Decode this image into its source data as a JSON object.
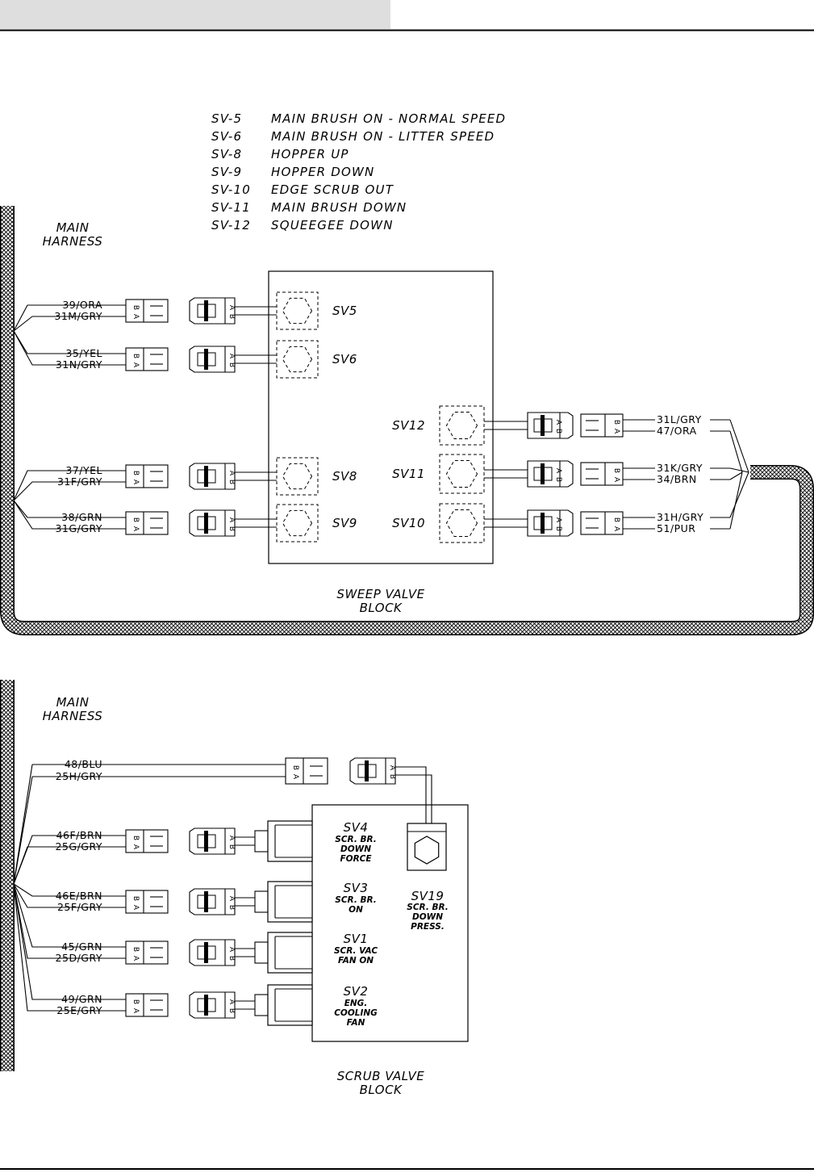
{
  "legend": [
    {
      "code": "SV-5",
      "desc": "MAIN  BRUSH  ON  -  NORMAL  SPEED"
    },
    {
      "code": "SV-6",
      "desc": "MAIN  BRUSH  ON  -  LITTER  SPEED"
    },
    {
      "code": "SV-8",
      "desc": "HOPPER  UP"
    },
    {
      "code": "SV-9",
      "desc": "HOPPER  DOWN"
    },
    {
      "code": "SV-10",
      "desc": "EDGE  SCRUB  OUT"
    },
    {
      "code": "SV-11",
      "desc": "MAIN  BRUSH  DOWN"
    },
    {
      "code": "SV-12",
      "desc": "SQUEEGEE  DOWN"
    }
  ],
  "sweep": {
    "harness_label_1": "MAIN",
    "harness_label_2": "HARNESS",
    "block_label_1": "SWEEP  VALVE",
    "block_label_2": "BLOCK",
    "left_valves": [
      {
        "name": "SV5",
        "wires": [
          "39/ORA",
          "31M/GRY"
        ]
      },
      {
        "name": "SV6",
        "wires": [
          "35/YEL",
          "31N/GRY"
        ]
      },
      {
        "name": "SV8",
        "wires": [
          "37/YEL",
          "31F/GRY"
        ]
      },
      {
        "name": "SV9",
        "wires": [
          "38/GRN",
          "31G/GRY"
        ]
      }
    ],
    "right_valves": [
      {
        "name": "SV12",
        "wires": [
          "31L/GRY",
          "47/ORA"
        ]
      },
      {
        "name": "SV11",
        "wires": [
          "31K/GRY",
          "34/BRN"
        ]
      },
      {
        "name": "SV10",
        "wires": [
          "31H/GRY",
          "51/PUR"
        ]
      }
    ]
  },
  "scrub": {
    "harness_label_1": "MAIN",
    "harness_label_2": "HARNESS",
    "block_label_1": "SCRUB  VALVE",
    "block_label_2": "BLOCK",
    "top_wires": [
      "48/BLU",
      "25H/GRY"
    ],
    "valves": [
      {
        "name": "SV4",
        "desc": [
          "SCR.  BR.",
          "DOWN",
          "FORCE"
        ],
        "wires": [
          "46F/BRN",
          "25G/GRY"
        ]
      },
      {
        "name": "SV3",
        "desc": [
          "SCR.  BR.",
          "ON"
        ],
        "wires": [
          "46E/BRN",
          "25F/GRY"
        ]
      },
      {
        "name": "SV1",
        "desc": [
          "SCR.  VAC",
          "FAN  ON"
        ],
        "wires": [
          "45/GRN",
          "25D/GRY"
        ]
      },
      {
        "name": "SV2",
        "desc": [
          "ENG.",
          "COOLING",
          "FAN"
        ],
        "wires": [
          "49/GRN",
          "25E/GRY"
        ]
      }
    ],
    "sv19": {
      "name": "SV19",
      "desc": [
        "SCR.  BR.",
        "DOWN",
        "PRESS."
      ]
    }
  },
  "pins": {
    "a": "A",
    "b": "B"
  },
  "colors": {
    "line": "#000000",
    "header_bar": "#dedede",
    "background": "#ffffff"
  }
}
